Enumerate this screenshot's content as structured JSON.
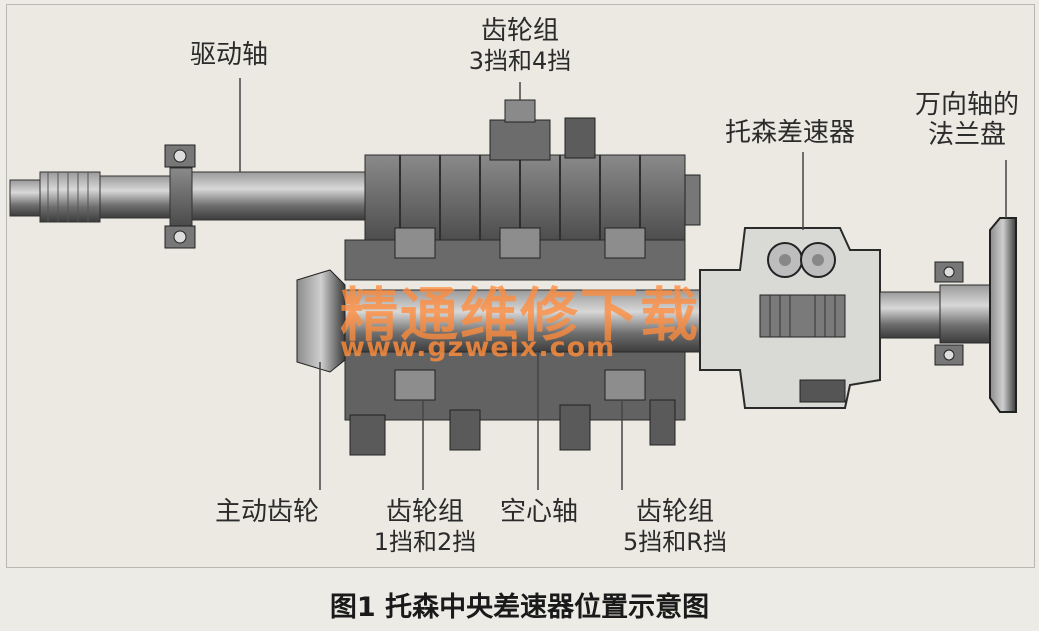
{
  "labels": {
    "drive_shaft": "驱动轴",
    "gearset_34_line1": "齿轮组",
    "gearset_34_line2": "3挡和4挡",
    "torsen": "托森差速器",
    "flange_line1": "万向轴的",
    "flange_line2": "法兰盘",
    "main_gear": "主动齿轮",
    "gearset_12_line1": "齿轮组",
    "gearset_12_line2": "1挡和2挡",
    "hollow_shaft": "空心轴",
    "gearset_5r_line1": "齿轮组",
    "gearset_5r_line2": "5挡和R挡"
  },
  "caption": "图1 托森中央差速器位置示意图",
  "watermark": {
    "line1": "精通维修下载",
    "line2": "www.gzweix.com"
  }
}
